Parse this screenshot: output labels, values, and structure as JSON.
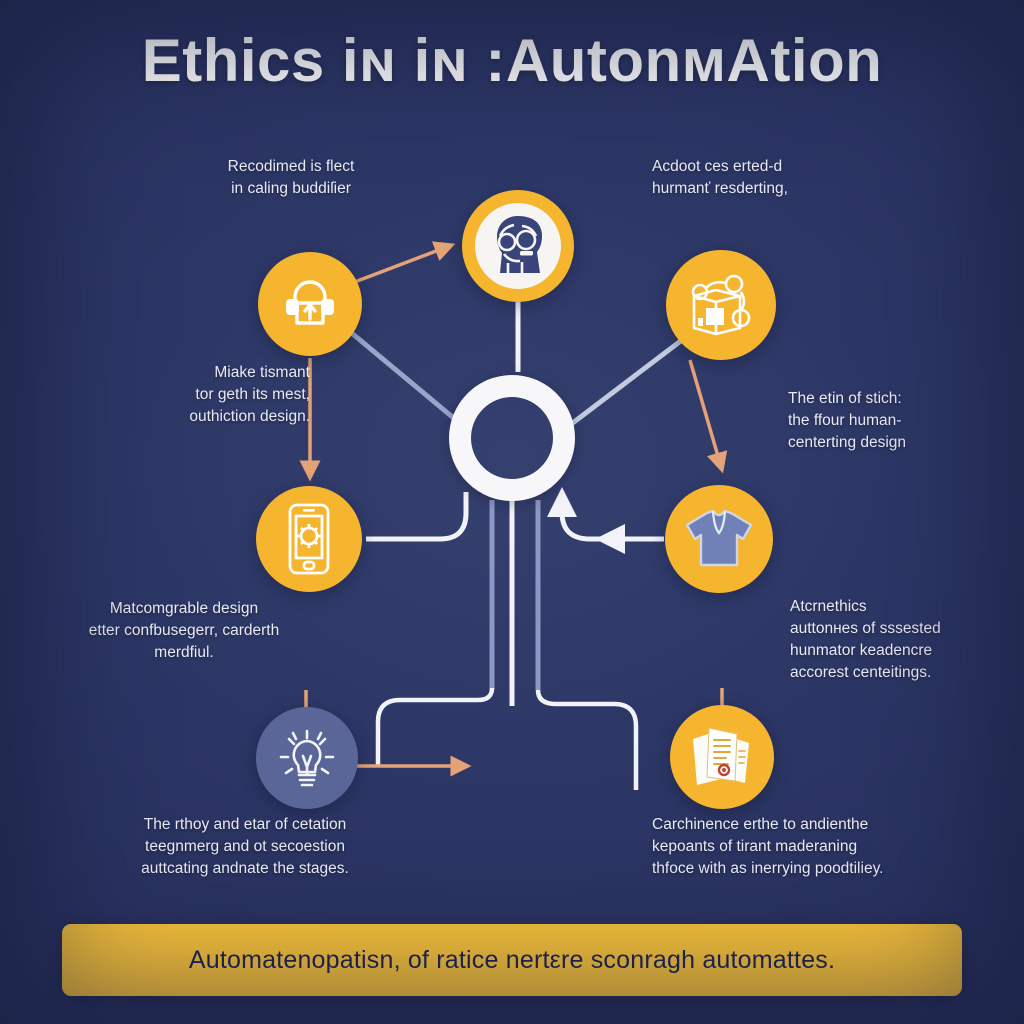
{
  "poster": {
    "title": "Ethics iɴ iɴ :AutonмAtion",
    "background_color": "#2c3566",
    "accent_color": "#f5b52e",
    "muted_node_color": "#5a6698",
    "text_color": "#e8eaf4"
  },
  "hub": {
    "name": "central-ring",
    "color": "#f7f7fa"
  },
  "nodes": [
    {
      "id": "robot",
      "icon": "robot-head-icon",
      "color": "#f5b52e",
      "inner_color": "#f6f5f1"
    },
    {
      "id": "lock",
      "icon": "lock-upload-icon",
      "color": "#f5b52e"
    },
    {
      "id": "box",
      "icon": "network-box-icon",
      "color": "#f5b52e"
    },
    {
      "id": "phone",
      "icon": "smartphone-gear-icon",
      "color": "#f5b52e"
    },
    {
      "id": "shirt",
      "icon": "garment-icon",
      "color": "#f5b52e"
    },
    {
      "id": "bulb",
      "icon": "lightbulb-idea-icon",
      "color": "#5a6698"
    },
    {
      "id": "docs",
      "icon": "documents-seal-icon",
      "color": "#f5b52e"
    }
  ],
  "captions": {
    "top_left": "Recodimed is flect\nin caling buddiſier",
    "top_right": "Acdoot ces erted-d\nhurmanť resderting,",
    "mid_left": "Miake tismant\ntor geth its mest,\nouthiction design.",
    "mid_right": "The etin of stich:\nthe ffour human-\ncenterting design",
    "low_left": "Matcomgrable design\netter confbusegerr, carderth\nmerdfiul.",
    "low_right": "Atcrnethics\nauttonнes of sssested\nhunmator keadencre\naccorest centeitings.",
    "bottom_left": "The rthoy and etar of cetation\nteegnmerg and ot secoestion\nauttcating andnate the stages.",
    "bottom_right": "Carchinence erthe to andienthe\nkepoants of tirant  maderaning\nthfoce with as inerrying poodtiliey."
  },
  "footer": {
    "text": "Automatenopatisn, of ratice nertεre sconragh automattes.",
    "background_color": "#f8c239",
    "text_color": "#1f2450"
  }
}
